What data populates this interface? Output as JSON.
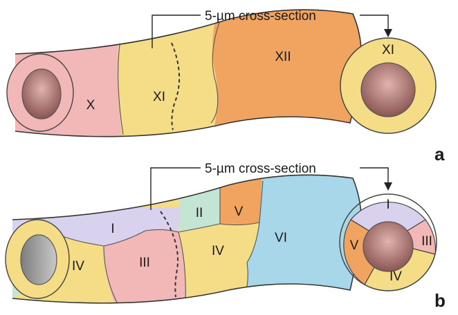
{
  "panel_a": {
    "letter": "a",
    "callout": "5-µm cross-section",
    "segments": [
      "X",
      "XI",
      "XII"
    ],
    "cross_section": [
      "XI"
    ]
  },
  "panel_b": {
    "letter": "b",
    "callout": "5-µm cross-section",
    "segments": [
      "I",
      "II",
      "III",
      "IV",
      "IV",
      "V",
      "VI"
    ],
    "cross_section": [
      "I",
      "III",
      "IV",
      "V"
    ]
  },
  "colors": {
    "pink": "#f2b8b8",
    "yellow": "#f5dc86",
    "orange": "#f0a460",
    "lavender": "#d9d2ee",
    "mint": "#c4e4d4",
    "blue": "#a9d7ea",
    "lumen": "#a8706c"
  }
}
